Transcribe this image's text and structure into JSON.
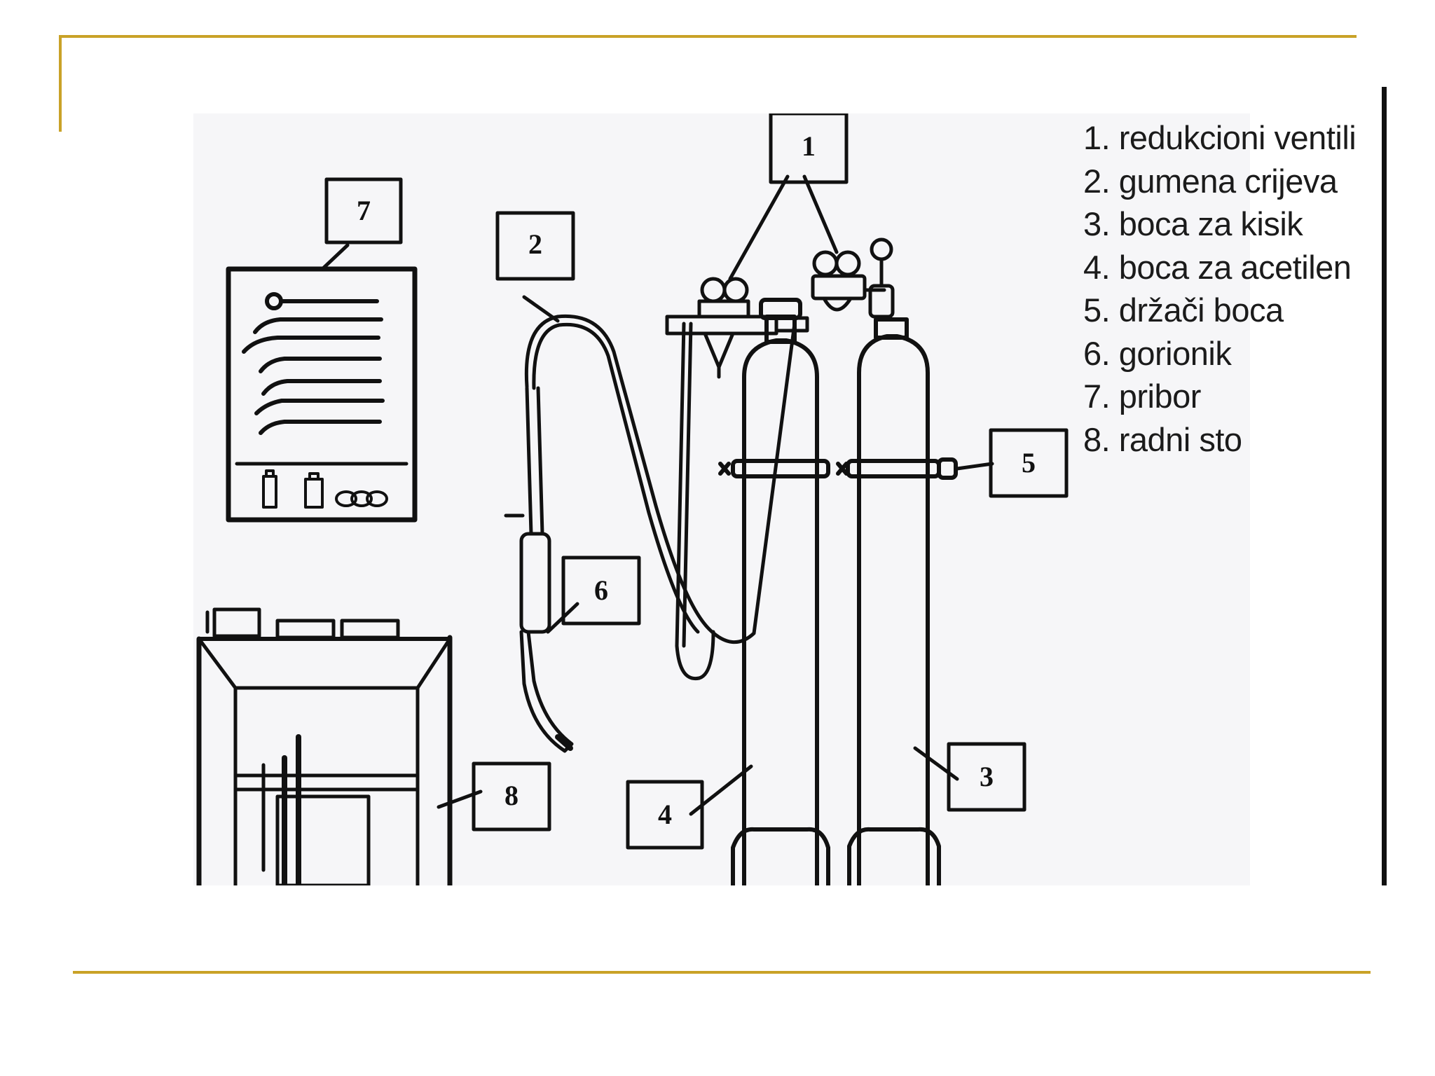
{
  "colors": {
    "accent_rule": "#c9a227",
    "figure_bg": "#f6f6f8",
    "ink": "#111111"
  },
  "diagram": {
    "callouts": [
      "1",
      "2",
      "3",
      "4",
      "5",
      "6",
      "7",
      "8"
    ]
  },
  "legend": {
    "items": [
      "1. redukcioni ventili",
      "2. gumena crijeva",
      "3. boca za kisik",
      "4. boca za acetilen",
      "5. držači boca",
      "6. gorionik",
      "7. pribor",
      "8. radni sto"
    ]
  }
}
